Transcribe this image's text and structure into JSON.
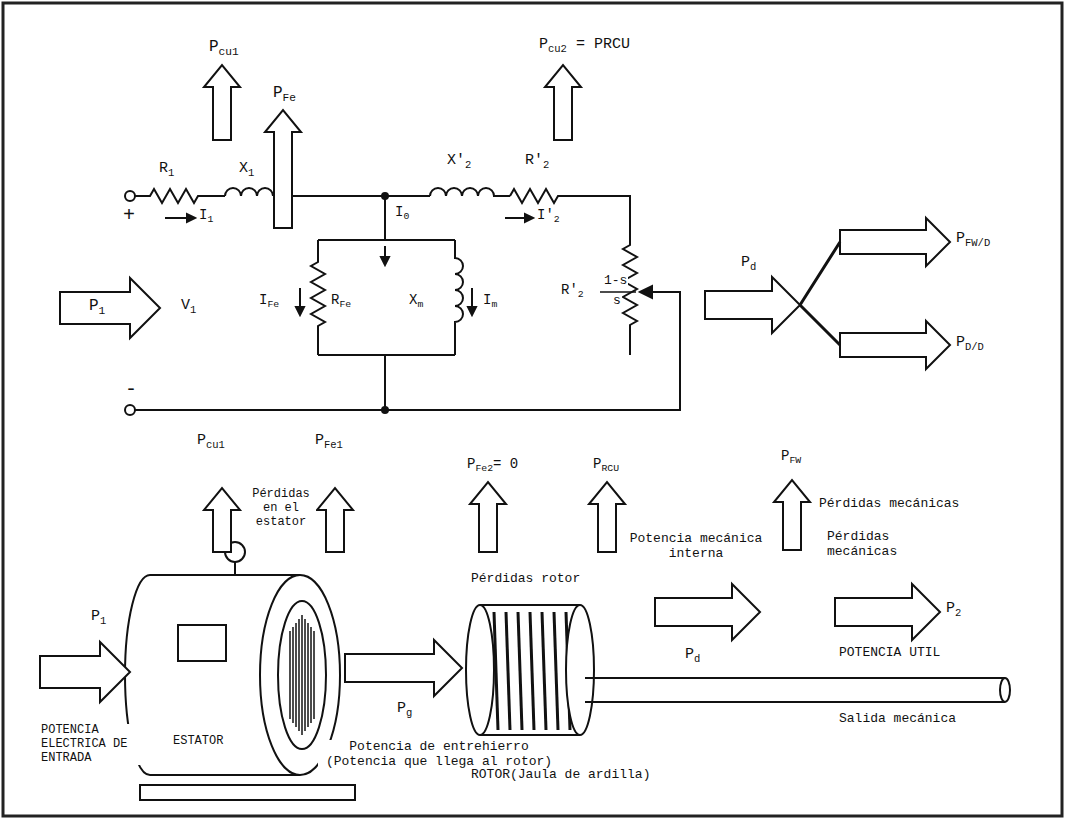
{
  "diagram": {
    "labels": [
      "Pcu1",
      "PFe",
      "Pcu2 = PRCU",
      "R1",
      "X1",
      "X'2",
      "R'2",
      "+",
      "I1",
      "I0",
      "I'2",
      "P1",
      "V1",
      "IFe",
      "RFe",
      "Xm",
      "Im",
      "R'2",
      "1-s",
      "s",
      "-",
      "Pd",
      "PFW/D",
      "PD/D",
      "Pcu1",
      "PFe1",
      "Pérdidas en el estator",
      "PFe2= 0",
      "PRCU",
      "Pérdidas rotor",
      "PFW",
      "Pérdidas mecánicas",
      "Potencia mecánica interna",
      "Pérdidas mecánicas",
      "P1",
      "POTENCIA ELECTRICA DE ENTRADA",
      "ESTATOR",
      "Pg",
      "Potencia de entrehierro (Potencia que llega al rotor)",
      "ROTOR(Jaula de ardilla)",
      "Pd",
      "P2",
      "POTENCIA UTIL",
      "Salida mecánica"
    ]
  }
}
